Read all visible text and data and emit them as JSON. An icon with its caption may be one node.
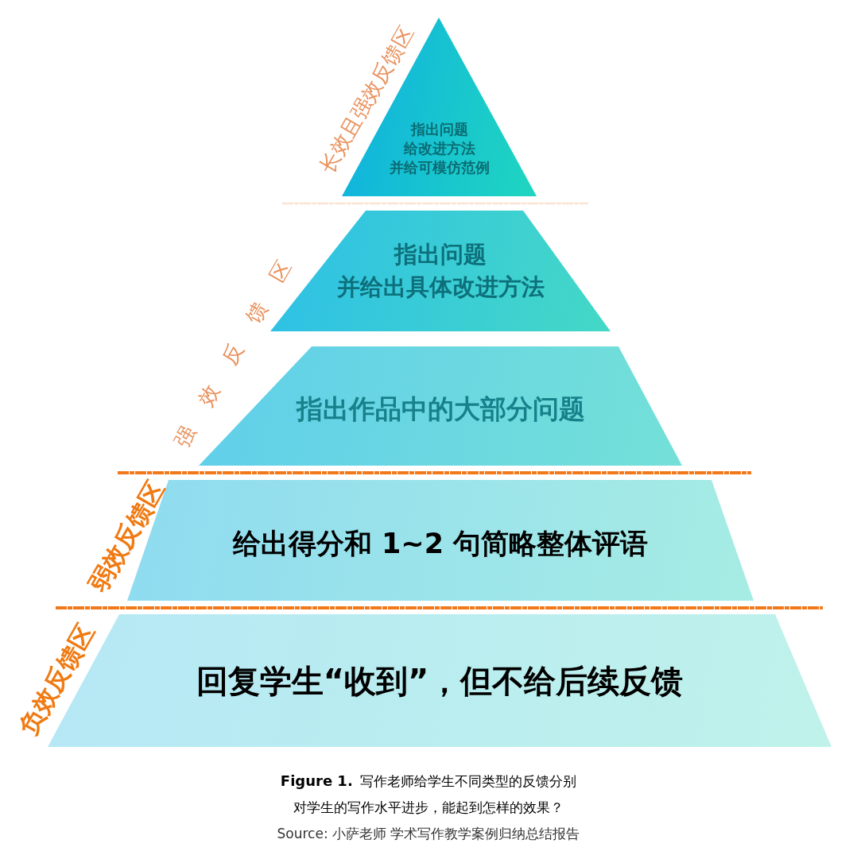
{
  "diagram": {
    "caption": "**Figure 1.** 写作老师给学生不同类型的反馈分别对学生的写作水平进步，能起到怎样的效果？",
    "nodes": [
      {
        "text": [
          "指出问题",
          "给改进方法",
          "并给可模仿范例"
        ]
      },
      {
        "text": [
          "指出问题",
          "并给出具体改进方法"
        ]
      },
      {
        "text": [
          "指出作品中的大部分问题"
        ]
      },
      {
        "text": [
          "给出得分和 1~2 句简略整体评语"
        ]
      },
      {
        "text": [
          "回复学生“收到”，但不给后续反馈"
        ]
      }
    ],
    "edges": [],
    "labels": [
      "长效且强效反馈区",
      "强效反馈区",
      "弱效反馈区",
      "负效反馈区",
      "Source: 小萨老师 学术写作教学案例归纳总结报告"
    ]
  }
}
